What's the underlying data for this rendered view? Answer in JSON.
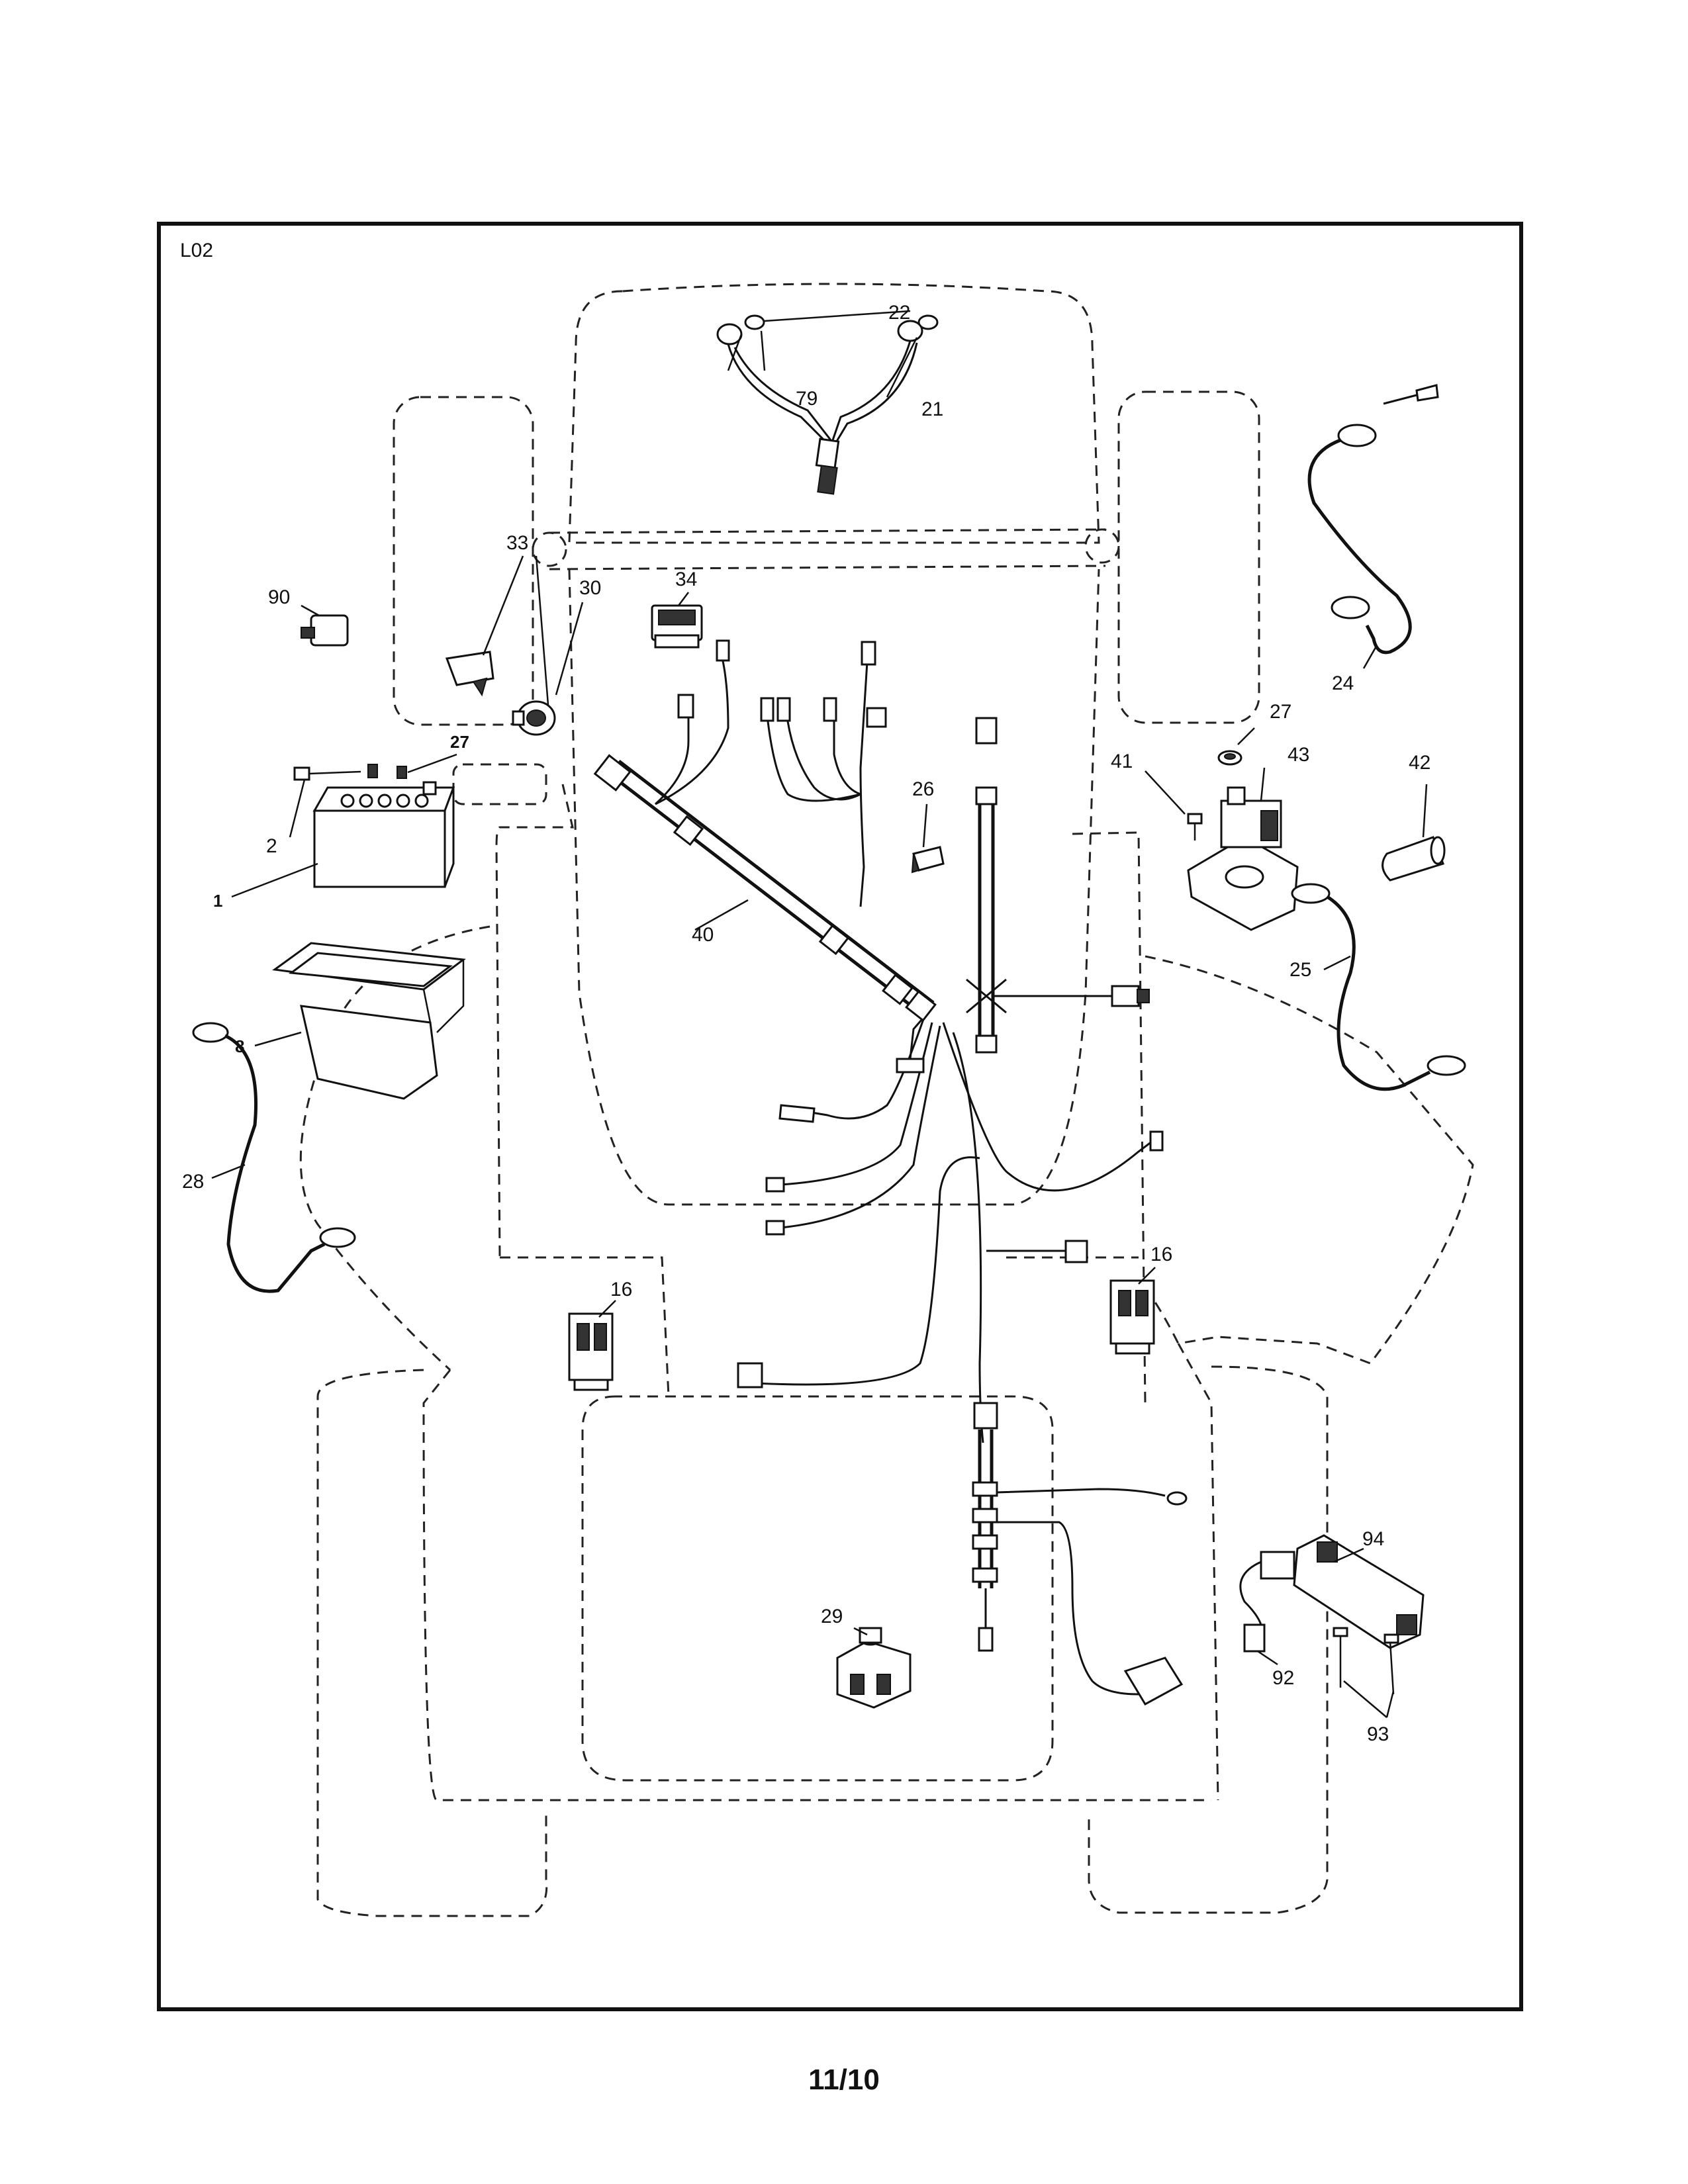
{
  "diagram": {
    "code": "L02",
    "page_number": "11/10",
    "callouts": {
      "c1": "1",
      "c2": "2",
      "c8": "8",
      "c16a": "16",
      "c16b": "16",
      "c21": "21",
      "c22": "22",
      "c24": "24",
      "c25": "25",
      "c26": "26",
      "c27a": "27",
      "c27b": "27",
      "c28": "28",
      "c29": "29",
      "c30": "30",
      "c33": "33",
      "c34": "34",
      "c40": "40",
      "c41": "41",
      "c42": "42",
      "c43": "43",
      "c79": "79",
      "c90": "90",
      "c92": "92",
      "c93": "93",
      "c94": "94"
    }
  }
}
